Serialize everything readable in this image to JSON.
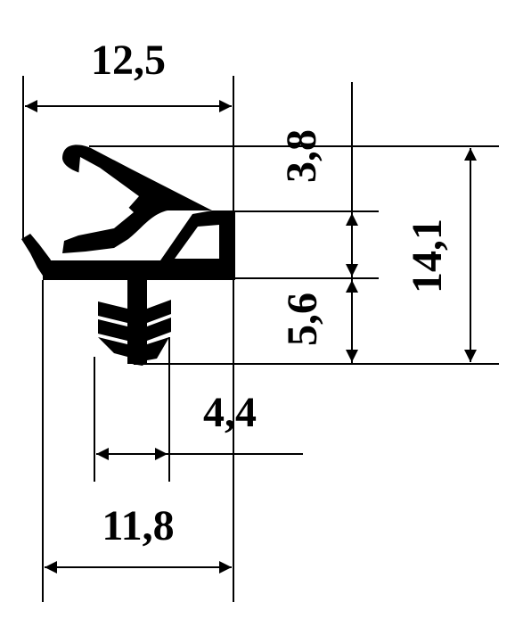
{
  "dimensions": {
    "top_width": "12,5",
    "upper_height": "3,8",
    "total_height": "14,1",
    "stem_height": "5,6",
    "stem_width": "4,4",
    "bottom_width": "11,8"
  },
  "colors": {
    "line": "#000000",
    "background": "#ffffff"
  }
}
